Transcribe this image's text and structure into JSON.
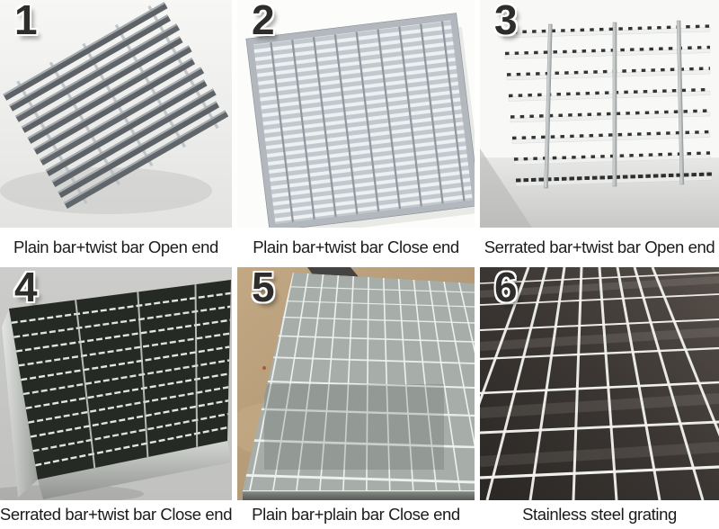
{
  "colors": {
    "page_background": "#ffffff",
    "caption_text": "#1b1b1b",
    "number_text": "#2e2d2b",
    "galvanized_silver": "#c6ccd1",
    "dark_grating": "#252b24",
    "stainless_dark": "#3b3633",
    "floor_tan": "#b49a77"
  },
  "items": [
    {
      "number": "1",
      "caption": "Plain bar+twist bar Open end",
      "photo_alt": "Angled view of steel grating with plain bearing bars and twist cross bars, open ends, on a light background"
    },
    {
      "number": "2",
      "caption": "Plain bar+twist bar Close end",
      "photo_alt": "Bright galvanized steel grating panel with closed end frame lying on a white background"
    },
    {
      "number": "3",
      "caption": "Serrated bar+twist bar Open end",
      "photo_alt": "Serrated bar grating with three twist cross rods standing on edge, open ends, light studio background"
    },
    {
      "number": "4",
      "caption": "Serrated bar+twist bar Close end",
      "photo_alt": "Dark steel grating block with serrated bars and closed end banding, angled close-up on gray background"
    },
    {
      "number": "5",
      "caption": "Plain bar+plain bar Close end",
      "photo_alt": "Galvanized plain bar grating panel with closed ends lying diagonally on a tan concrete floor"
    },
    {
      "number": "6",
      "caption": "Stainless steel grating",
      "photo_alt": "Perspective close-up of stainless steel grating with bright grid lines and dark rectangular cells"
    }
  ]
}
